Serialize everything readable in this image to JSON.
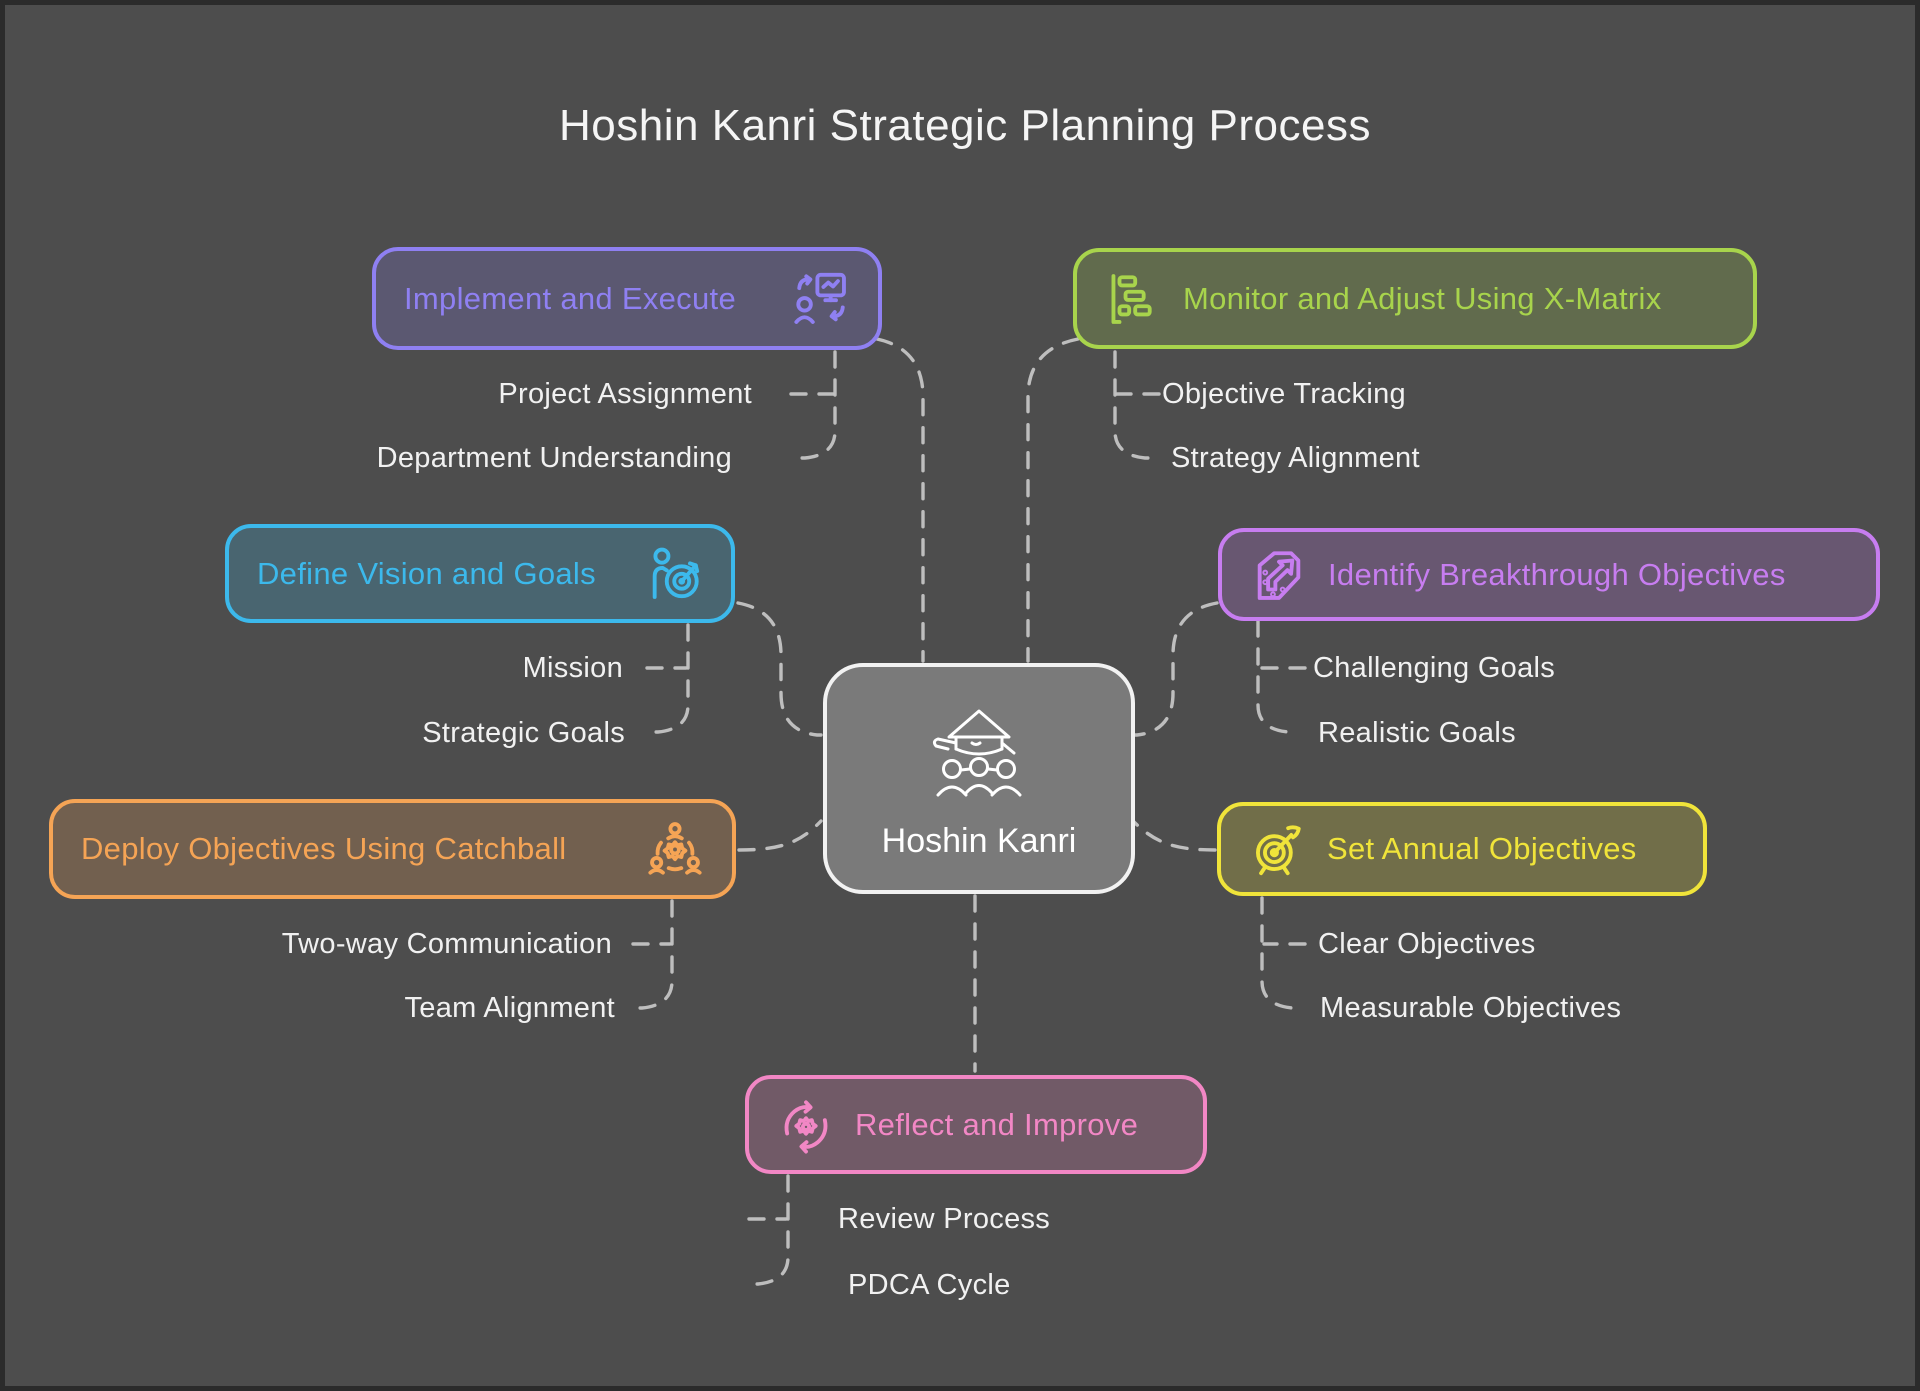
{
  "title": "Hoshin Kanri Strategic Planning Process",
  "center": {
    "label": "Hoshin Kanri",
    "fill": "#7a7a7a",
    "border": "#f2f2f2"
  },
  "colors": {
    "background": "#4d4d4d",
    "frame_border": "#2b2b2b",
    "connector": "#c4c4c4",
    "subitem_text": "#f1f1f1",
    "title_text": "#f5f5f5"
  },
  "branches": [
    {
      "label": "Implement and Execute",
      "color": "#8f80f2",
      "children": [
        "Project Assignment",
        "Department Understanding"
      ]
    },
    {
      "label": "Monitor and Adjust Using X-Matrix",
      "color": "#a8d44c",
      "children": [
        "Objective Tracking",
        "Strategy Alignment"
      ]
    },
    {
      "label": "Define Vision and Goals",
      "color": "#3cb9ec",
      "children": [
        "Mission",
        "Strategic Goals"
      ]
    },
    {
      "label": "Identify Breakthrough Objectives",
      "color": "#c77df0",
      "children": [
        "Challenging Goals",
        "Realistic Goals"
      ]
    },
    {
      "label": "Deploy Objectives Using Catchball",
      "color": "#f5a455",
      "children": [
        "Two-way Communication",
        "Team Alignment"
      ]
    },
    {
      "label": "Set Annual Objectives",
      "color": "#f0e43a",
      "children": [
        "Clear Objectives",
        "Measurable Objectives"
      ]
    },
    {
      "label": "Reflect and Improve",
      "color": "#f287c5",
      "children": [
        "Review Process",
        "PDCA Cycle"
      ]
    }
  ]
}
